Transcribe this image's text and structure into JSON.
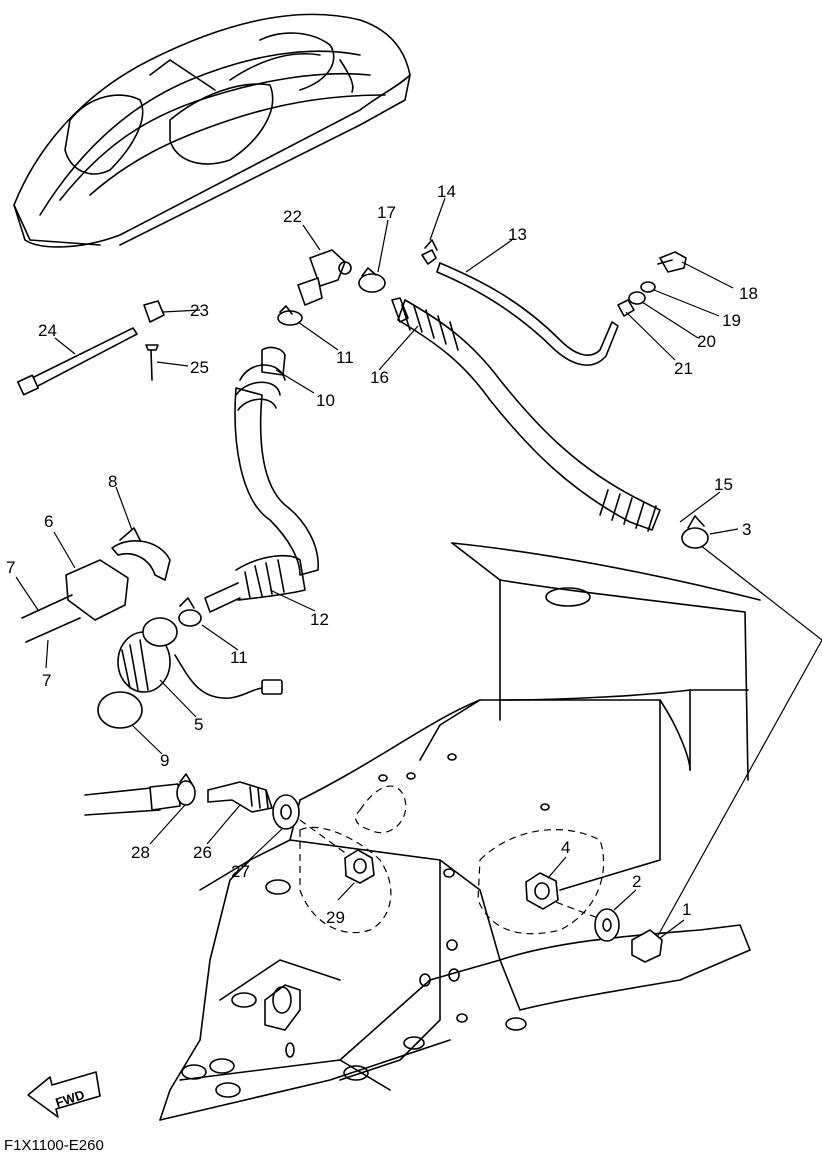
{
  "diagram_code": "F1X1100-E260",
  "fwd_label": "FWD",
  "callouts": [
    "1",
    "2",
    "3",
    "4",
    "5",
    "6",
    "7",
    "7",
    "8",
    "9",
    "10",
    "11",
    "11",
    "12",
    "13",
    "14",
    "15",
    "16",
    "17",
    "18",
    "19",
    "20",
    "21",
    "22",
    "23",
    "24",
    "25",
    "26",
    "27",
    "28",
    "29"
  ],
  "icons": [
    "watercraft-illustration",
    "fwd-arrow-icon",
    "bilge-pump",
    "hose-clamp"
  ]
}
